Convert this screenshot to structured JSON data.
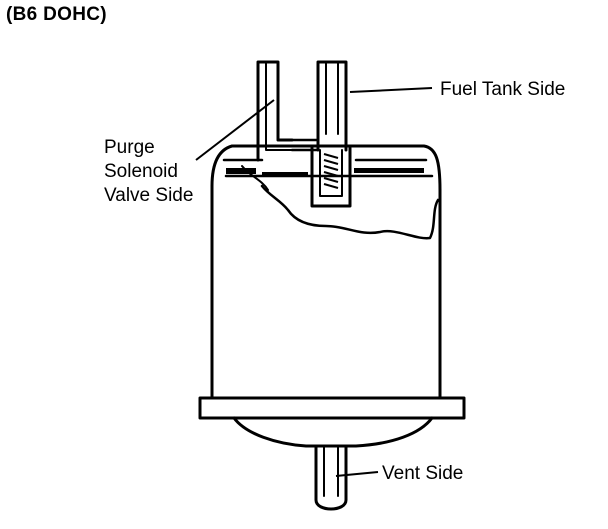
{
  "diagram": {
    "title": "(B6 DOHC)",
    "labels": {
      "fuel_tank_side": "Fuel Tank Side",
      "purge_line1": "Purge",
      "purge_line2": "Solenoid",
      "purge_line3": "Valve Side",
      "vent_side": "Vent Side"
    },
    "colors": {
      "ink": "#000000",
      "paper": "#ffffff"
    }
  }
}
